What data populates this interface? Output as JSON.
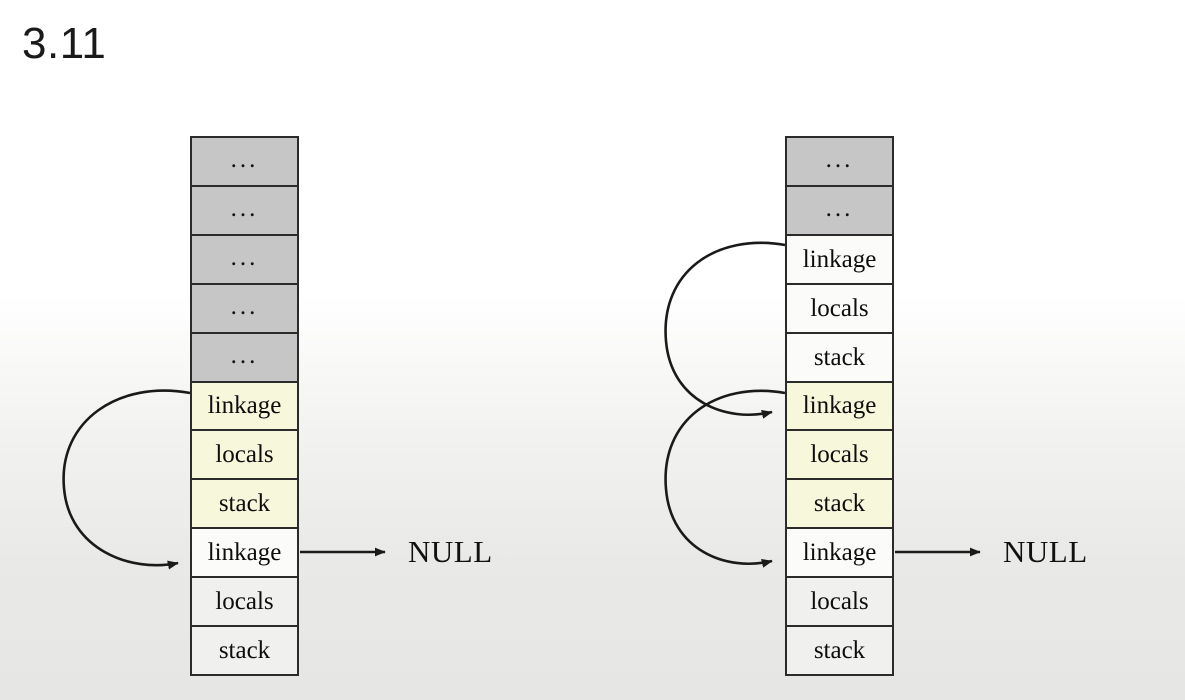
{
  "slide": {
    "title": "3.11",
    "background_top": "#ffffff",
    "background_bottom": "#e6e6e4"
  },
  "colors": {
    "cell_gray": "#c6c6c6",
    "cell_yellow": "#f7f7dc",
    "cell_white": "#fbfbfa",
    "cell_plain": "#f0f0ee",
    "border": "#2b2b2b",
    "arrow": "#1a1a1a",
    "text": "#0d0d0d"
  },
  "left_stack": {
    "name": "stack-left",
    "cells": [
      {
        "label": "...",
        "fill": "gray"
      },
      {
        "label": "...",
        "fill": "gray"
      },
      {
        "label": "...",
        "fill": "gray"
      },
      {
        "label": "...",
        "fill": "gray"
      },
      {
        "label": "...",
        "fill": "gray"
      },
      {
        "label": "linkage",
        "fill": "yellow"
      },
      {
        "label": "locals",
        "fill": "yellow"
      },
      {
        "label": "stack",
        "fill": "yellow"
      },
      {
        "label": "linkage",
        "fill": "white"
      },
      {
        "label": "locals",
        "fill": "plain"
      },
      {
        "label": "stack",
        "fill": "plain"
      }
    ],
    "null_label": "NULL"
  },
  "right_stack": {
    "name": "stack-right",
    "cells": [
      {
        "label": "...",
        "fill": "gray"
      },
      {
        "label": "...",
        "fill": "gray"
      },
      {
        "label": "linkage",
        "fill": "white"
      },
      {
        "label": "locals",
        "fill": "white"
      },
      {
        "label": "stack",
        "fill": "white"
      },
      {
        "label": "linkage",
        "fill": "yellow"
      },
      {
        "label": "locals",
        "fill": "yellow"
      },
      {
        "label": "stack",
        "fill": "yellow"
      },
      {
        "label": "linkage",
        "fill": "white"
      },
      {
        "label": "locals",
        "fill": "plain"
      },
      {
        "label": "stack",
        "fill": "plain"
      }
    ],
    "null_label": "NULL"
  },
  "arrows": {
    "left": [
      {
        "name": "left-linkage-to-lower-linkage",
        "kind": "curved-back-pointer"
      },
      {
        "name": "left-lower-linkage-to-null",
        "kind": "straight-pointer"
      }
    ],
    "right": [
      {
        "name": "right-linkage1-to-linkage2",
        "kind": "curved-back-pointer"
      },
      {
        "name": "right-linkage2-to-linkage3",
        "kind": "curved-back-pointer"
      },
      {
        "name": "right-linkage3-to-null",
        "kind": "straight-pointer"
      }
    ]
  }
}
